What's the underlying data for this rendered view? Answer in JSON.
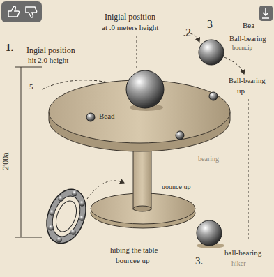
{
  "diagram": {
    "labels": [
      "1.",
      "Ingial position",
      "hit 2.0 height",
      "Inigial position",
      "at .0 meters height",
      "2",
      "3",
      "Bea",
      "Ball-bearing",
      "bouncip",
      "5",
      "Ball-bearing",
      "up",
      "Bead",
      "2'00a",
      "bearing",
      "uounce up",
      "hibing the table",
      "bourcee up",
      "3.",
      "ball-bearing",
      "hiker"
    ]
  }
}
